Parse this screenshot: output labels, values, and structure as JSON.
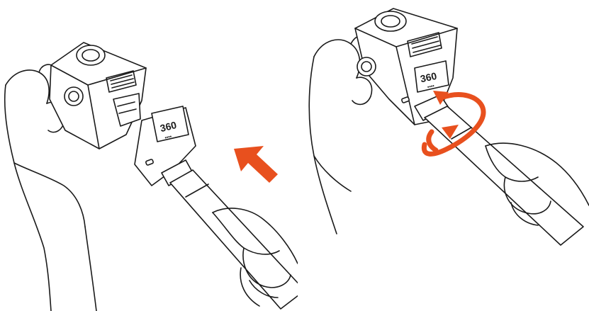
{
  "figure": {
    "accent_color": "#e8501e",
    "line_color": "#1a1a1a",
    "steps": [
      {
        "id": "attach",
        "action_icon": "arrow-up-left-icon"
      },
      {
        "id": "tighten",
        "action_icon": "rotate-clockwise-icon"
      }
    ],
    "device_label": "360",
    "ticks_label": "••••"
  }
}
